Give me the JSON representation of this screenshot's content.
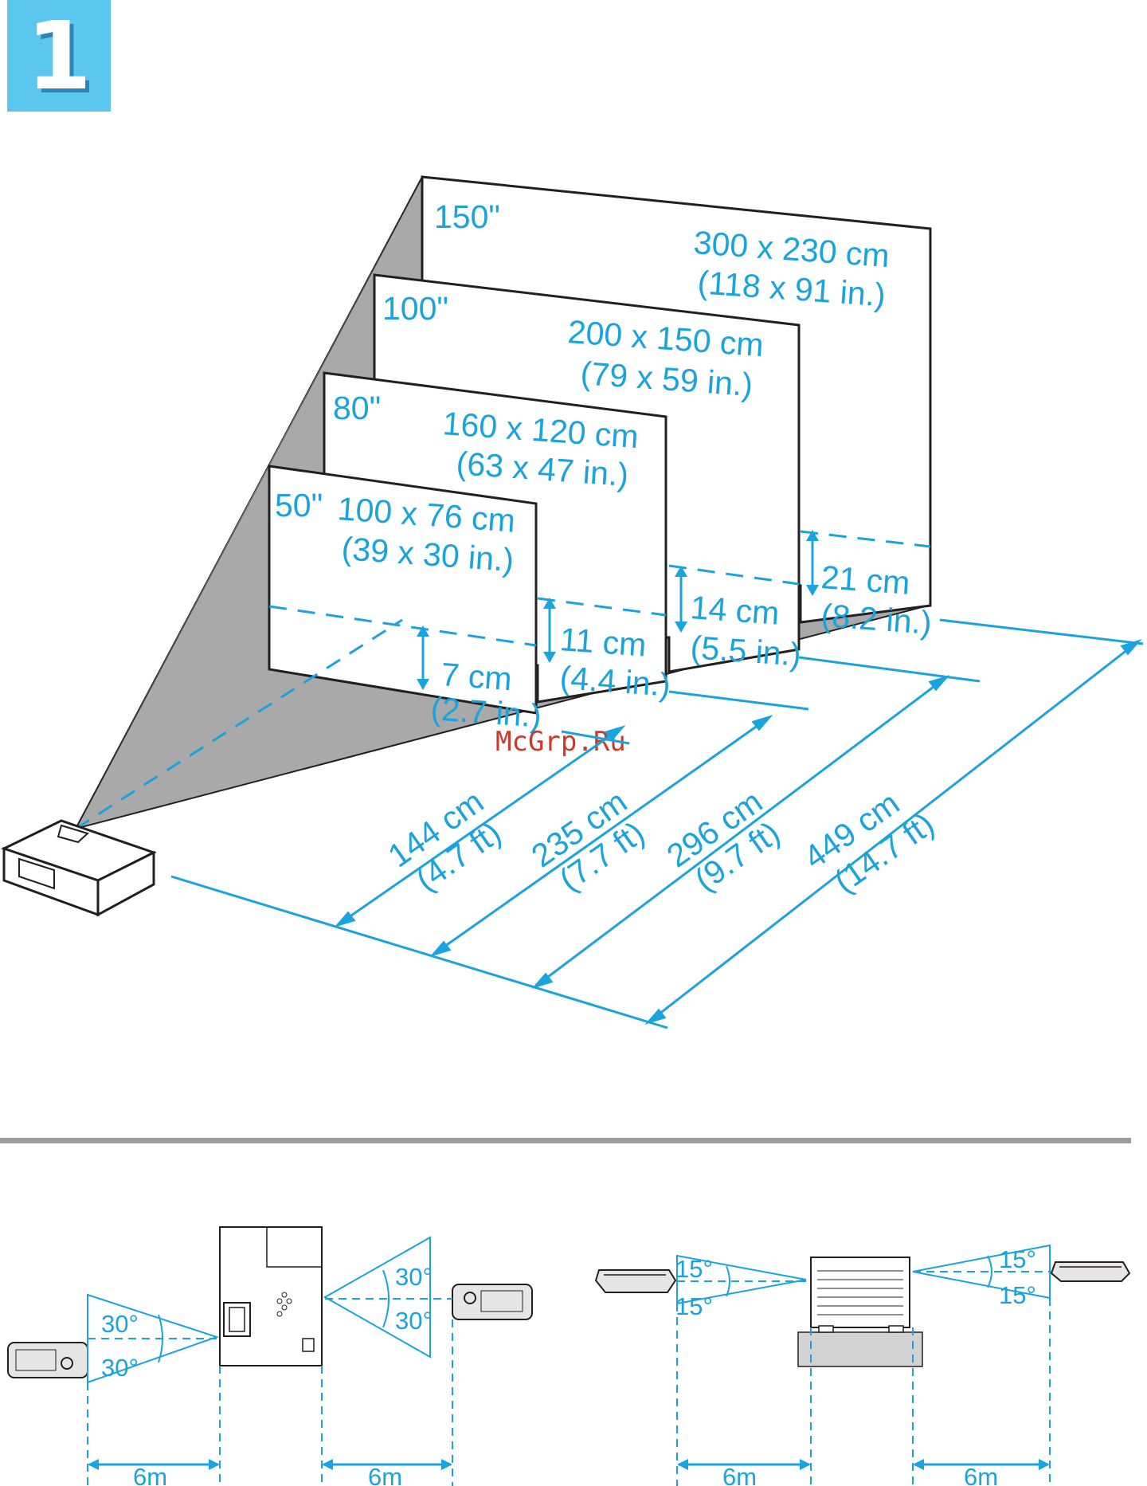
{
  "page_number": "1",
  "colors": {
    "accent": "#1aa3dc",
    "badge": "#5cc7ee",
    "ink": "#231f20",
    "shadow": "#a5a5a5",
    "watermark": "#d03828"
  },
  "watermark": "McGrp.Ru",
  "screens": [
    {
      "diagonal": "150\"",
      "size_metric": "300 x 230 cm",
      "size_imperial": "(118 x 91 in.)",
      "offset_metric": "21 cm",
      "offset_imperial": "(8.2 in.)",
      "distance_metric": "449 cm",
      "distance_imperial": "(14.7 ft)"
    },
    {
      "diagonal": "100\"",
      "size_metric": "200 x 150 cm",
      "size_imperial": "(79 x 59 in.)",
      "offset_metric": "14 cm",
      "offset_imperial": "(5.5 in.)",
      "distance_metric": "296 cm",
      "distance_imperial": "(9.7 ft)"
    },
    {
      "diagonal": "80\"",
      "size_metric": "160 x 120 cm",
      "size_imperial": "(63 x 47 in.)",
      "offset_metric": "11 cm",
      "offset_imperial": "(4.4 in.)",
      "distance_metric": "235 cm",
      "distance_imperial": "(7.7 ft)"
    },
    {
      "diagonal": "50\"",
      "size_metric": "100 x 76 cm",
      "size_imperial": "(39 x 30 in.)",
      "offset_metric": "7 cm",
      "offset_imperial": "(2.7 in.)",
      "distance_metric": "144 cm",
      "distance_imperial": "(4.7 ft)"
    }
  ],
  "remote_range": {
    "top_view": {
      "angle_up": "30°",
      "angle_down": "30°",
      "distance": "6m"
    },
    "top_view_front": {
      "angle_up": "30°",
      "angle_down": "30°",
      "distance": "6m"
    },
    "side_view_rear": {
      "angle_up": "15°",
      "angle_down": "15°",
      "distance": "6m"
    },
    "side_view_front": {
      "angle_up": "15°",
      "angle_down": "15°",
      "distance": "6m"
    }
  }
}
